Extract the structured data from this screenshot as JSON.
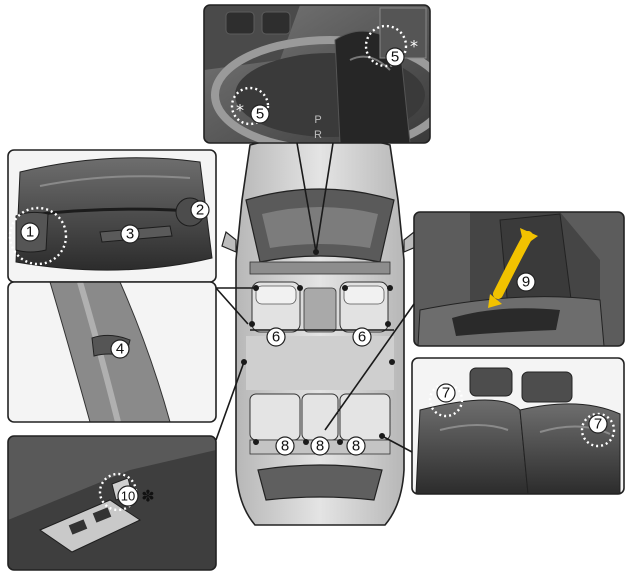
{
  "colors": {
    "panel_dark": "#3b3b3b",
    "panel_mid": "#6a6a6a",
    "car_body": "#c9c9c9",
    "outline": "#222222",
    "callout_bg": "#ffffff"
  },
  "callouts": {
    "c1": "1",
    "c2": "2",
    "c3": "3",
    "c4": "4",
    "c5a": "5",
    "c5b": "5",
    "c6a": "6",
    "c6b": "6",
    "c7a": "7",
    "c7b": "7",
    "c8a": "8",
    "c8b": "8",
    "c8c": "8",
    "c9": "9",
    "c10": "10"
  },
  "asterisk": "*",
  "asterisk_small": "✽",
  "gear_letters": {
    "p": "P",
    "r": "R"
  }
}
